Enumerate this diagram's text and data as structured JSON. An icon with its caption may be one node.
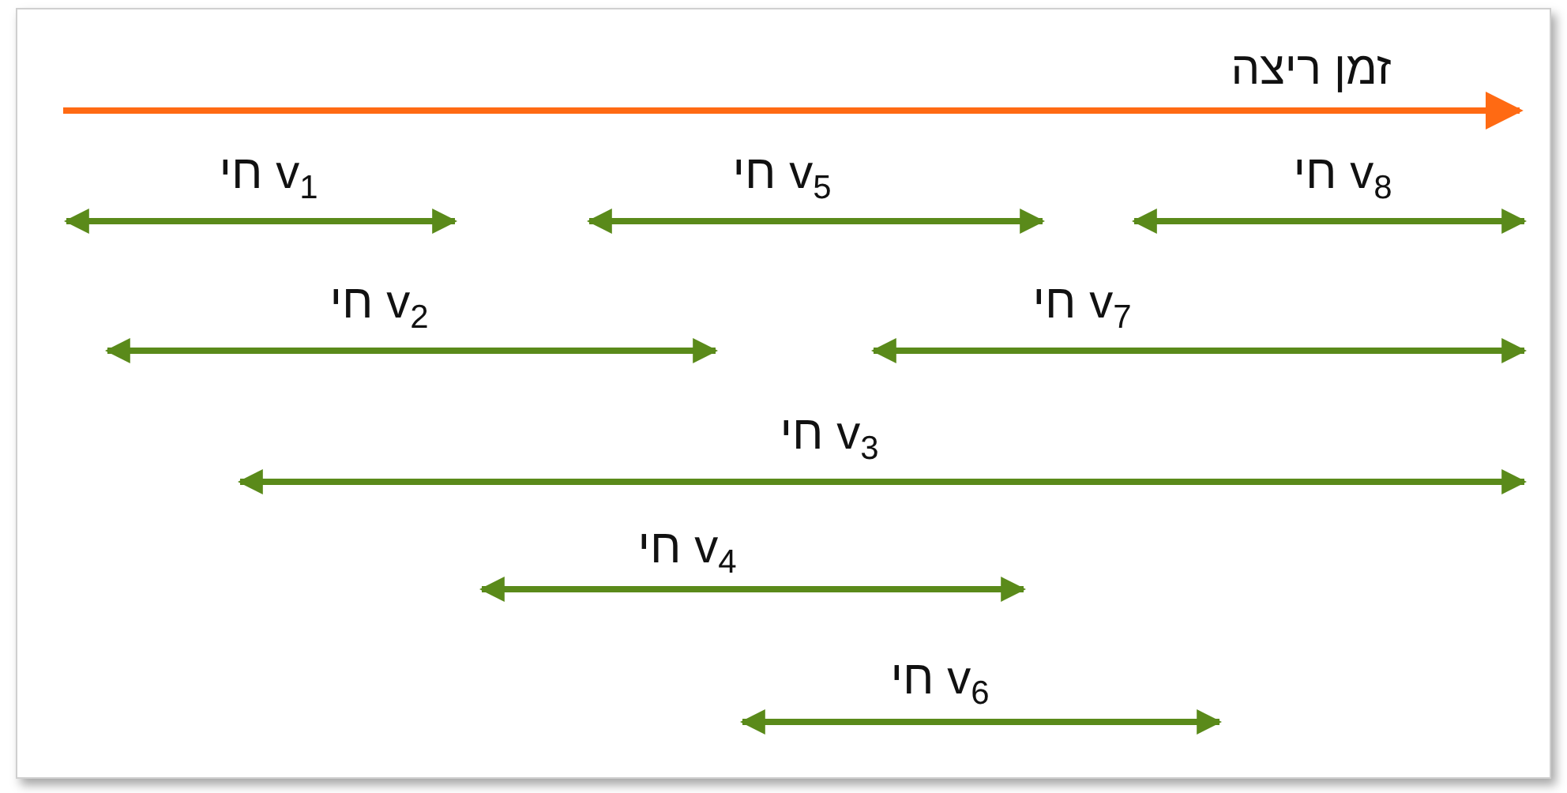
{
  "diagram": {
    "labels": [
      "זמן ריצה",
      "v$_{1}$ חי",
      "v$_{5}$ חי",
      "v$_{8}$ חי",
      "v$_{2}$ חי",
      "v$_{7}$ חי",
      "v$_{3}$ חי",
      "v$_{4}$ חי",
      "v$_{6}$ חי"
    ]
  }
}
